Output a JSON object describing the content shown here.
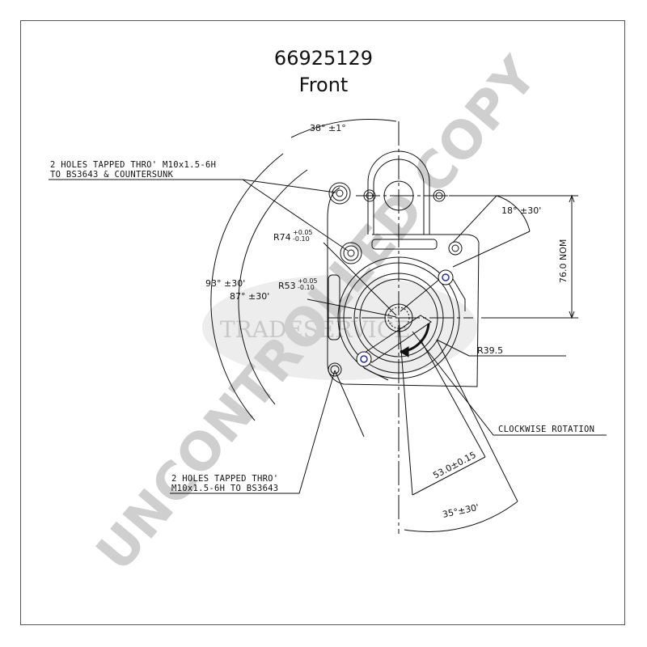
{
  "drawing": {
    "part_number": "66925129",
    "view_label": "Front",
    "watermark": {
      "diagonal_text": "UNCONTROLLED COPY",
      "center_text": "TRADESERVICE",
      "color": "#cfcfcf"
    },
    "annotations": {
      "angle_top": "38° ±1°",
      "holes_top_line1": "2 HOLES TAPPED THRO' M10x1.5-6H",
      "holes_top_line2": "TO BS3643 & COUNTERSUNK",
      "radius_74": "R74",
      "radius_74_tol_plus": "+0.05",
      "radius_74_tol_minus": "-0.10",
      "radius_53": "R53",
      "radius_53_tol_plus": "+0.05",
      "radius_53_tol_minus": "-0.10",
      "angle_93": "93° ±30'",
      "angle_87": "87° ±30'",
      "angle_18": "18° ±30'",
      "dim_76": "76.0 NOM",
      "radius_39": "R39.5",
      "rotation": "CLOCKWISE ROTATION",
      "holes_bottom_line1": "2 HOLES TAPPED THRO'",
      "holes_bottom_line2": "M10x1.5-6H TO BS3643",
      "dim_53": "53.0±0.15",
      "angle_35": "35°±30'"
    },
    "colors": {
      "line": "#111111",
      "hole_accent": "#2a2aa0",
      "frame": "#555555"
    }
  }
}
